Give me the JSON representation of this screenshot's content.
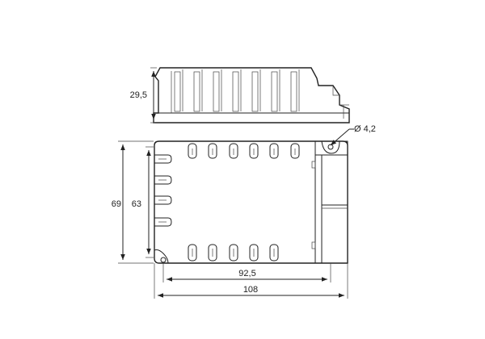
{
  "dimensions": {
    "side_height": "29,5",
    "hole_diameter": "Ø 4,2",
    "outer_height": "69",
    "inner_height": "63",
    "hole_spacing": "92,5",
    "overall_length": "108"
  }
}
